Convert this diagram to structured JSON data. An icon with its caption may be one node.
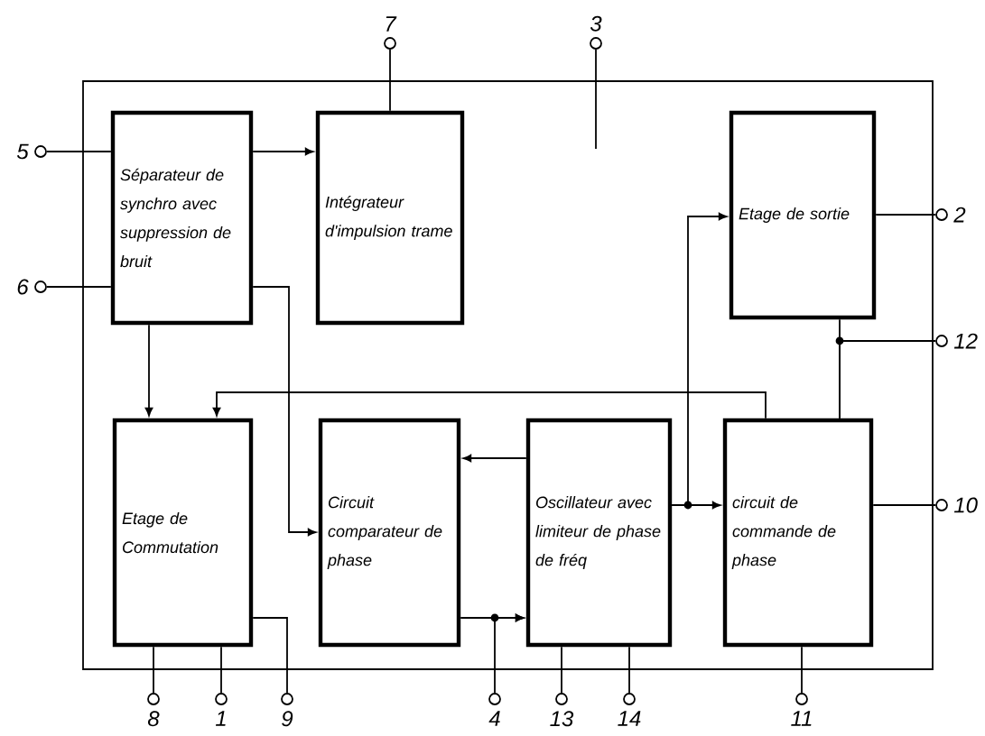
{
  "diagram": {
    "nodes": [
      {
        "text": [],
        "shape": "box"
      },
      {
        "text": [
          "Séparateur de synchro avec suppression de bruit"
        ],
        "in": 0
      },
      {
        "text": [
          "Intégrateur d'impulsion trame"
        ],
        "in": 0
      },
      {
        "text": [
          "Etage de sortie"
        ],
        "in": 0
      },
      {
        "text": [
          "Etage de Commutation"
        ],
        "in": 0
      },
      {
        "text": [
          "Circuit comparateur de phase"
        ],
        "in": 0
      },
      {
        "text": [
          "Oscillateur avec limiteur de phase de fréq"
        ],
        "in": 0
      },
      {
        "text": [
          "circuit de commande de phase"
        ],
        "in": 0
      },
      {
        "text": [],
        "shape": "circle",
        "beside": [
          "7"
        ]
      },
      {
        "text": [],
        "shape": "circle",
        "beside": [
          "3"
        ]
      },
      {
        "text": [],
        "shape": "circle",
        "beside": [
          "5"
        ]
      },
      {
        "text": [],
        "shape": "circle",
        "beside": [
          "6"
        ]
      },
      {
        "text": [],
        "shape": "circle",
        "beside": [
          "2"
        ]
      },
      {
        "text": [],
        "shape": "circle",
        "beside": [
          "12"
        ]
      },
      {
        "text": [],
        "shape": "circle",
        "beside": [
          "10"
        ]
      },
      {
        "text": [],
        "shape": "circle",
        "beside": [
          "8"
        ]
      },
      {
        "text": [],
        "shape": "circle",
        "beside": [
          "1"
        ]
      },
      {
        "text": [],
        "shape": "circle",
        "beside": [
          "9"
        ]
      },
      {
        "text": [],
        "shape": "circle",
        "beside": [
          "4"
        ]
      },
      {
        "text": [],
        "shape": "circle",
        "beside": [
          "13"
        ]
      },
      {
        "text": [],
        "shape": "circle",
        "beside": [
          "14"
        ]
      },
      {
        "text": [],
        "shape": "circle",
        "beside": [
          "11"
        ]
      }
    ],
    "edges": [
      {
        "from": 10,
        "to": 1,
        "arrow": "none"
      },
      {
        "from": 11,
        "to": 1,
        "arrow": "none"
      },
      {
        "from": 1,
        "to": 2,
        "arrow": "to"
      },
      {
        "from": 2,
        "to": 8,
        "arrow": "none"
      },
      {
        "from": 9,
        "to": null,
        "arrow": "none"
      },
      {
        "from": 1,
        "to": 4,
        "arrow": "to"
      },
      {
        "from": 1,
        "to": 5,
        "arrow": "to"
      },
      {
        "from": 6,
        "to": 5,
        "arrow": "to"
      },
      {
        "from": 5,
        "to": 6,
        "arrow": "to"
      },
      {
        "from": 18,
        "to": 6,
        "arrow": "to"
      },
      {
        "from": 6,
        "to": 7,
        "arrow": "to"
      },
      {
        "from": 6,
        "to": 3,
        "arrow": "to"
      },
      {
        "from": 7,
        "to": 4,
        "arrow": "to"
      },
      {
        "from": 3,
        "to": 7,
        "arrow": "none"
      },
      {
        "from": 13,
        "to": 7,
        "arrow": "none"
      },
      {
        "from": 3,
        "to": 12,
        "arrow": "none"
      },
      {
        "from": 7,
        "to": 14,
        "arrow": "none"
      },
      {
        "from": 4,
        "to": 15,
        "arrow": "none"
      },
      {
        "from": 4,
        "to": 16,
        "arrow": "none"
      },
      {
        "from": 4,
        "to": 17,
        "arrow": "none"
      },
      {
        "from": 6,
        "to": 19,
        "arrow": "none"
      },
      {
        "from": 6,
        "to": 20,
        "arrow": "none"
      },
      {
        "from": 7,
        "to": 21,
        "arrow": "none"
      }
    ]
  }
}
